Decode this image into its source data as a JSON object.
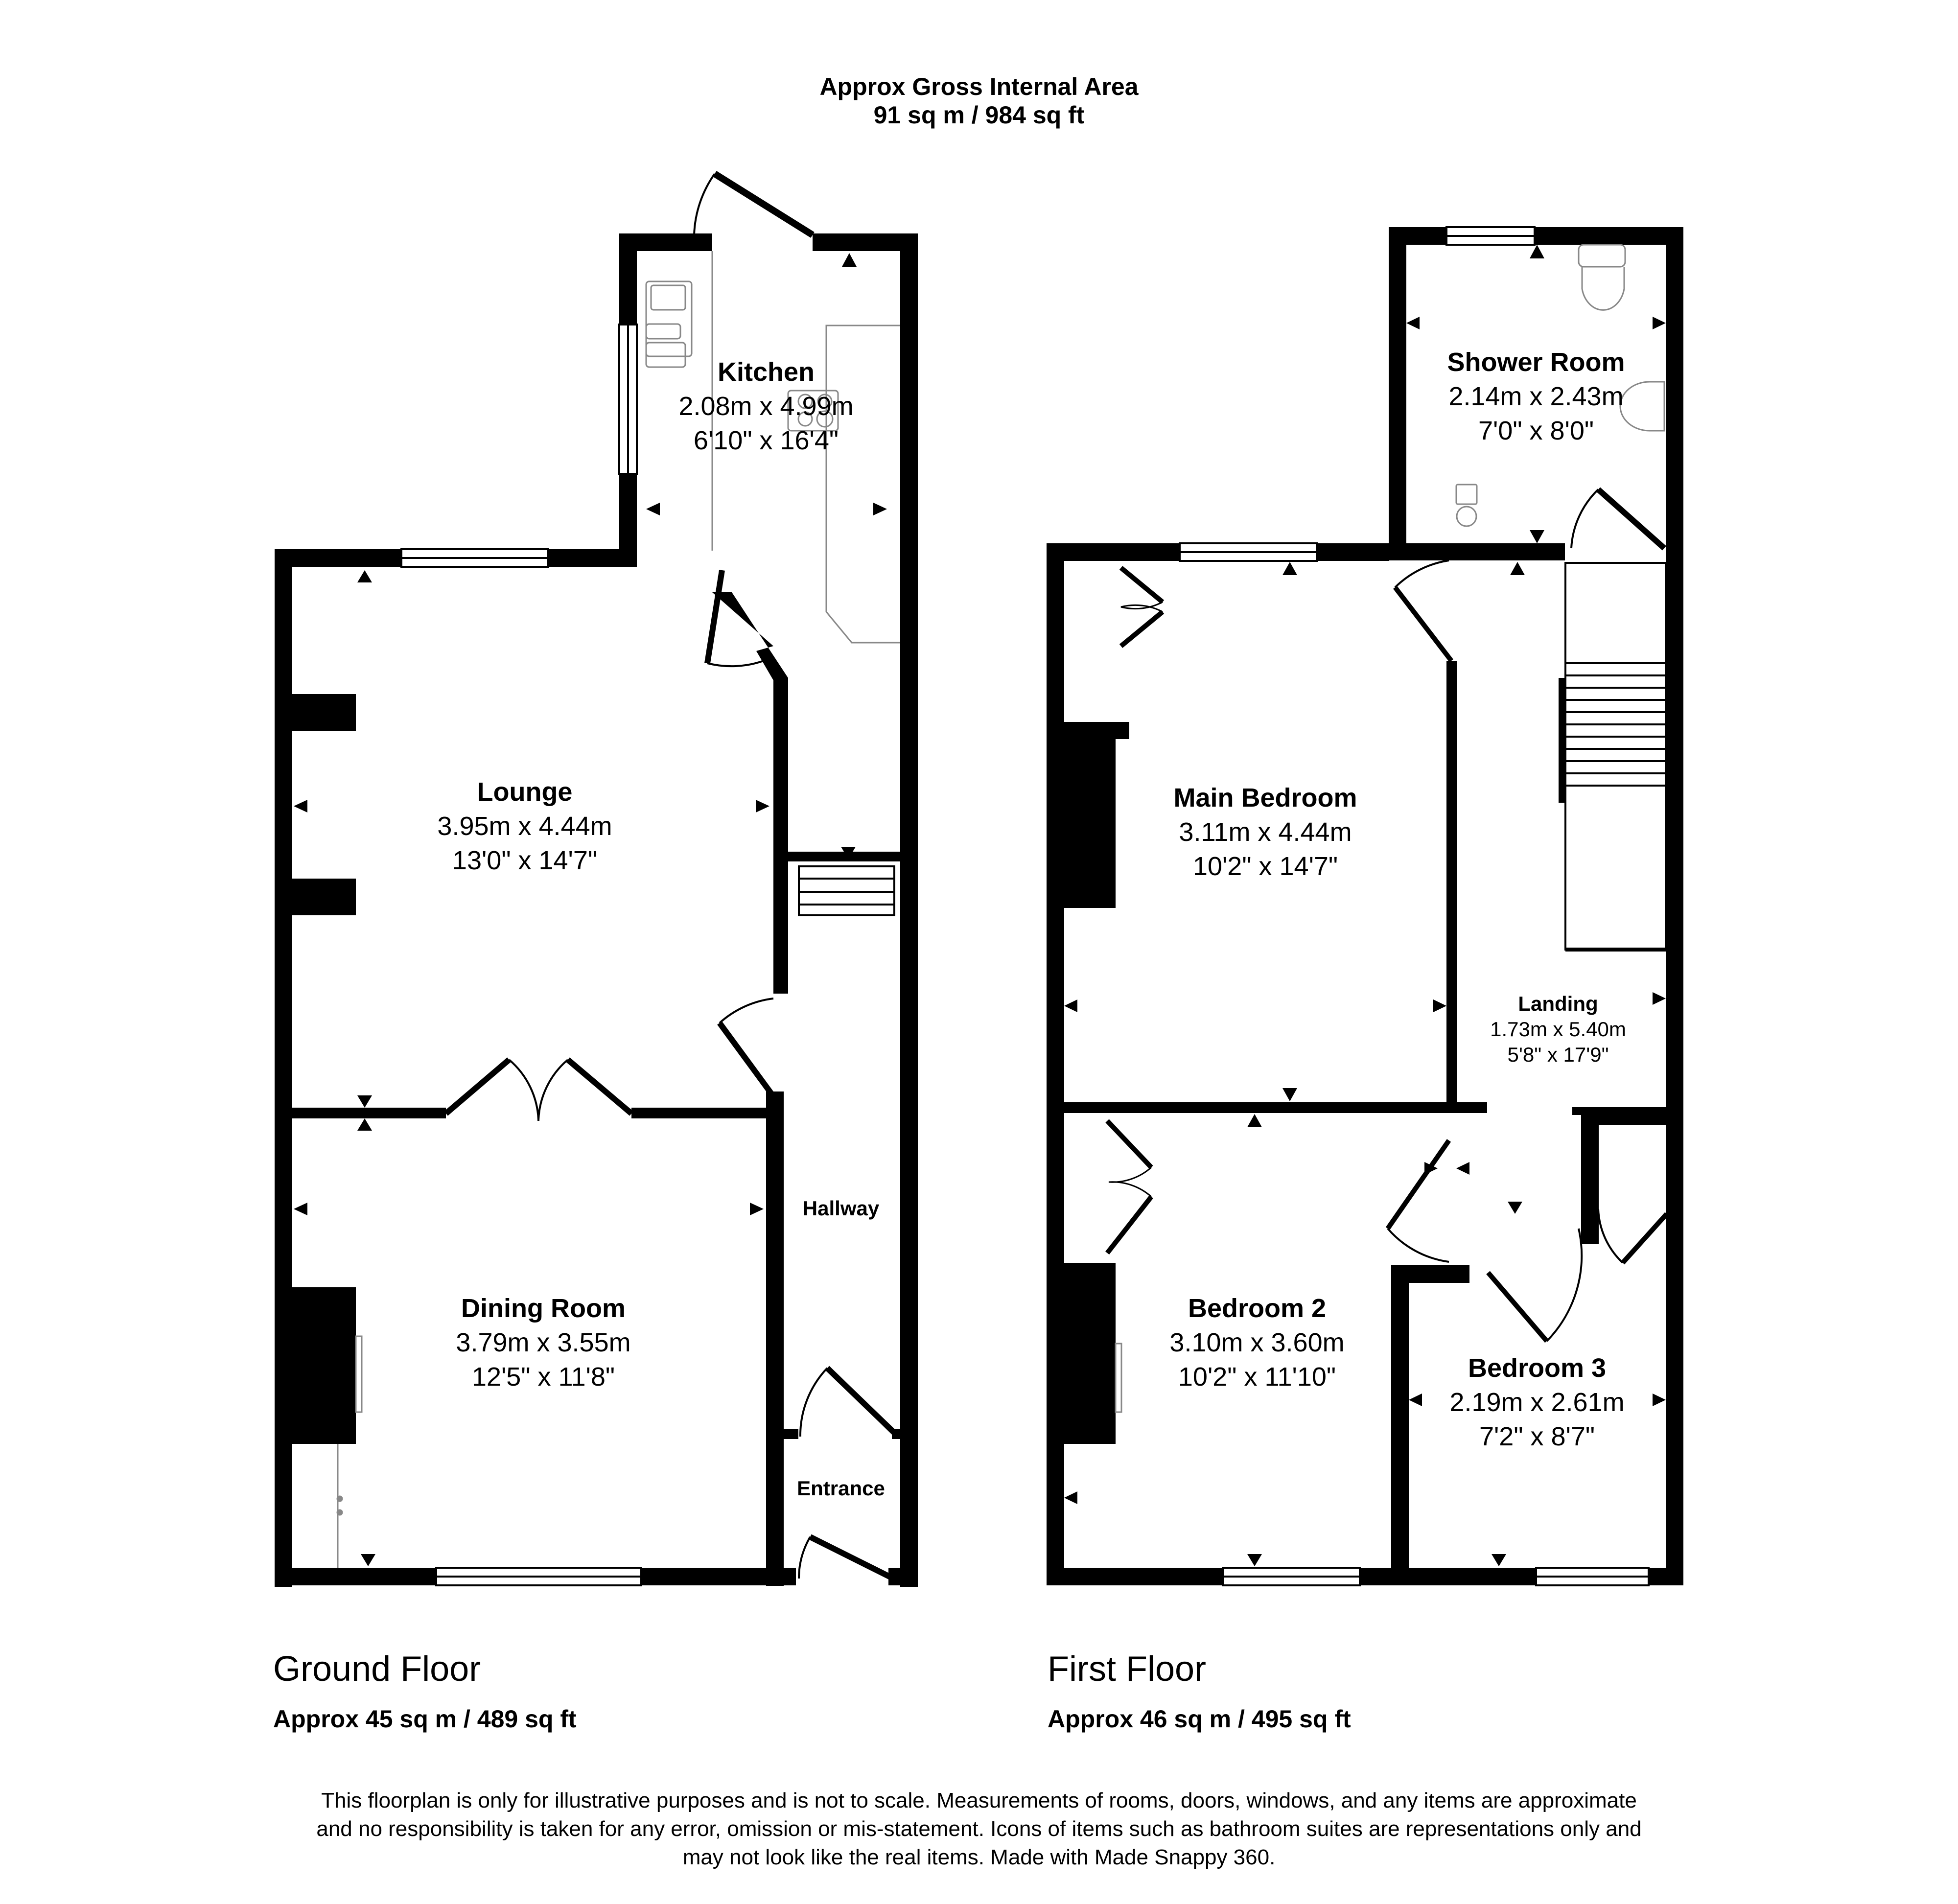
{
  "header": {
    "title": "Approx Gross Internal Area",
    "total_area": "91 sq m / 984 sq ft"
  },
  "floors": [
    {
      "name": "Ground Floor",
      "area": "Approx 45 sq m / 489 sq ft",
      "rooms": [
        {
          "name": "Kitchen",
          "metric": "2.08m x 4.99m",
          "imperial": "6'10\" x 16'4\""
        },
        {
          "name": "Lounge",
          "metric": "3.95m x 4.44m",
          "imperial": "13'0\" x 14'7\""
        },
        {
          "name": "Dining Room",
          "metric": "3.79m x 3.55m",
          "imperial": "12'5\" x 11'8\""
        },
        {
          "name": "Hallway"
        },
        {
          "name": "Entrance"
        }
      ]
    },
    {
      "name": "First Floor",
      "area": "Approx 46 sq m / 495 sq ft",
      "rooms": [
        {
          "name": "Shower Room",
          "metric": "2.14m x 2.43m",
          "imperial": "7'0\" x 8'0\""
        },
        {
          "name": "Main Bedroom",
          "metric": "3.11m x 4.44m",
          "imperial": "10'2\" x 14'7\""
        },
        {
          "name": "Landing",
          "metric": "1.73m x 5.40m",
          "imperial": "5'8\" x 17'9\""
        },
        {
          "name": "Bedroom 2",
          "metric": "3.10m x 3.60m",
          "imperial": "10'2\" x 11'10\""
        },
        {
          "name": "Bedroom 3",
          "metric": "2.19m x 2.61m",
          "imperial": "7'2\" x 8'7\""
        }
      ]
    }
  ],
  "disclaimer": [
    "This floorplan is only for illustrative purposes and is not to scale. Measurements of rooms, doors, windows, and any items are approximate",
    "and no responsibility is taken for any error, omission or mis-statement. Icons of items such as bathroom suites are representations only and",
    "may not look like the real items. Made with Made Snappy 360."
  ],
  "colors": {
    "wall": "#000000",
    "fixture_line": "#888888",
    "background": "#ffffff"
  }
}
